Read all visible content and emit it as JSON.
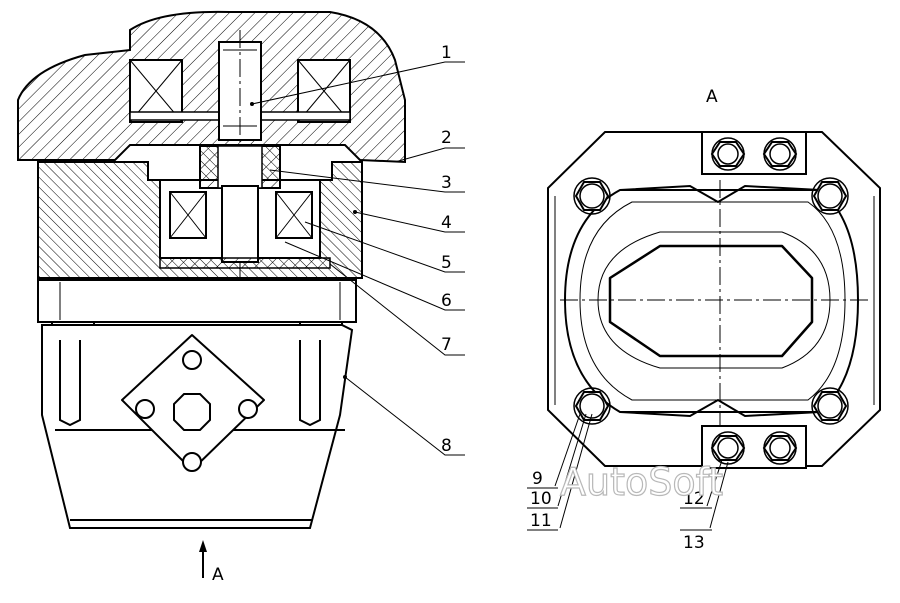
{
  "view_labels": {
    "arrow": "A",
    "view": "A"
  },
  "callouts": [
    "1",
    "2",
    "3",
    "4",
    "5",
    "6",
    "7",
    "8",
    "9",
    "10",
    "11",
    "12",
    "13"
  ],
  "watermark": "AutoSoft"
}
